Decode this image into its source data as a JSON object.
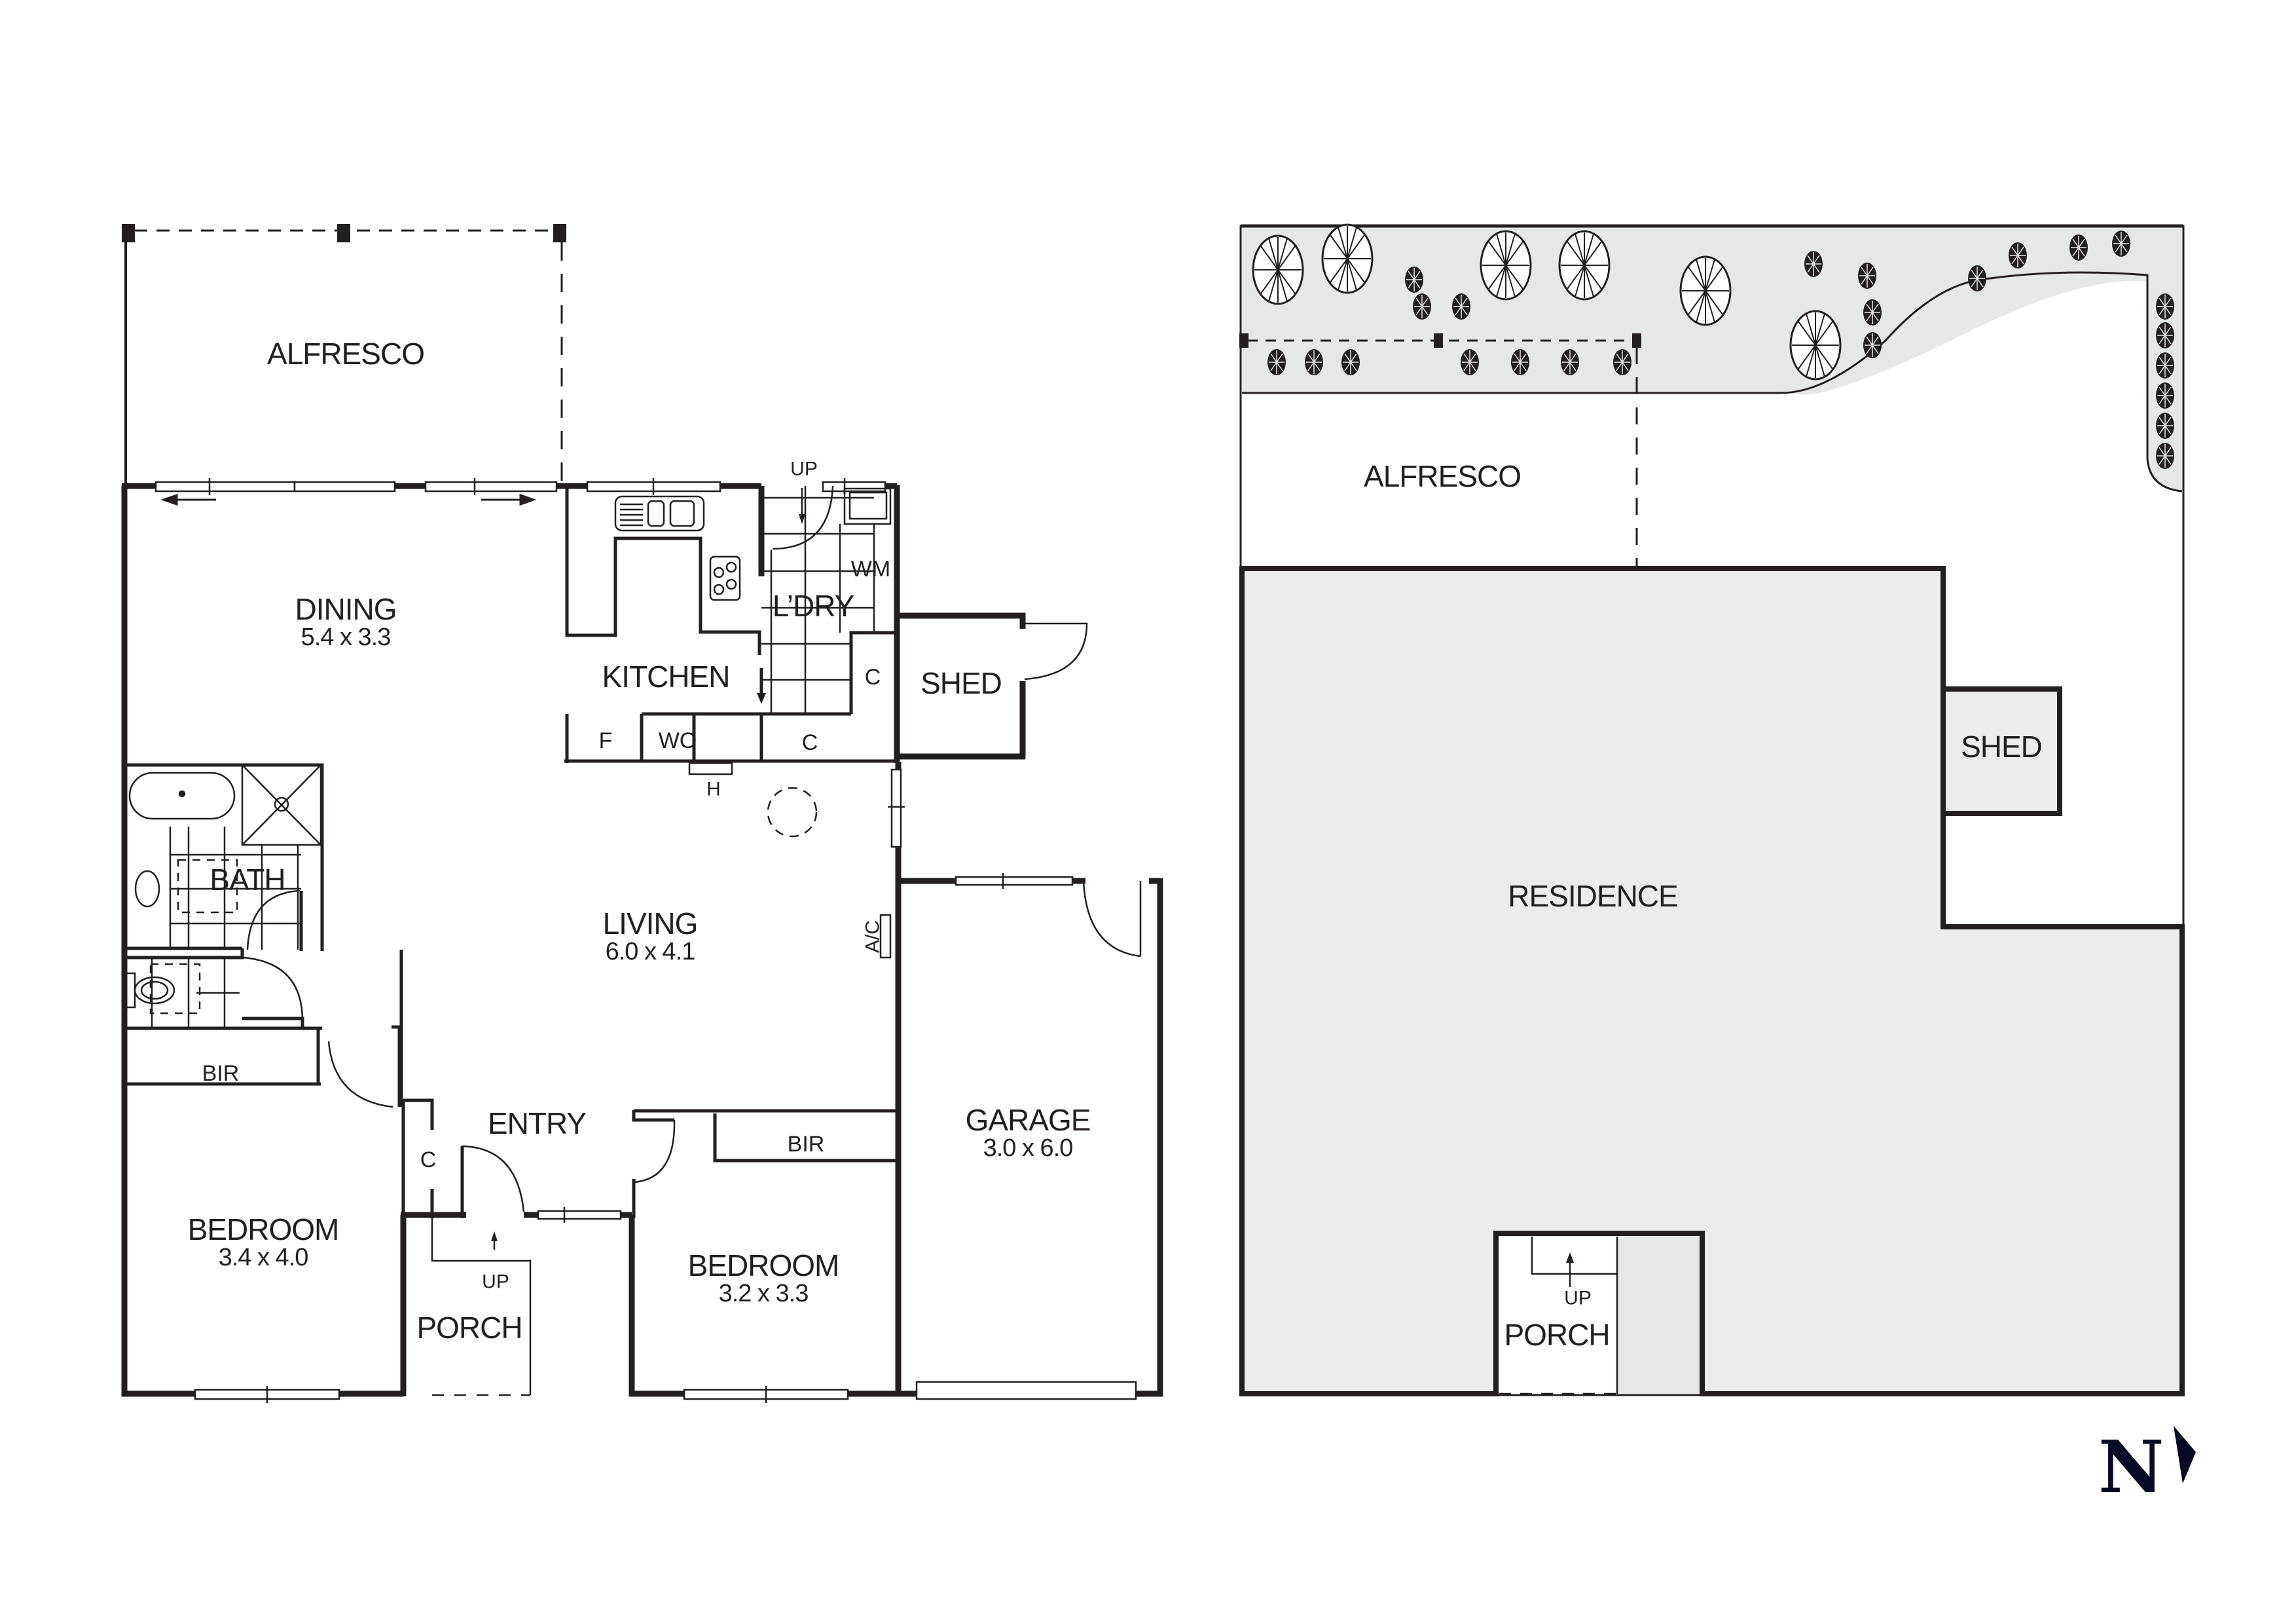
{
  "floor_plan": {
    "rooms": {
      "alfresco": {
        "name": "ALFRESCO"
      },
      "dining": {
        "name": "DINING",
        "size": "5.4 x 3.3"
      },
      "kitchen": {
        "name": "KITCHEN"
      },
      "laundry": {
        "name": "L’DRY"
      },
      "shed": {
        "name": "SHED"
      },
      "bath": {
        "name": "BATH"
      },
      "living": {
        "name": "LIVING",
        "size": "6.0 x 4.1"
      },
      "entry": {
        "name": "ENTRY"
      },
      "bedroom1": {
        "name": "BEDROOM",
        "size": "3.4 x 4.0"
      },
      "bedroom2": {
        "name": "BEDROOM",
        "size": "3.2 x 3.3"
      },
      "garage": {
        "name": "GARAGE",
        "size": "3.0 x 6.0"
      },
      "porch": {
        "name": "PORCH"
      }
    },
    "fixtures": {
      "bir1": "BIR",
      "bir2": "BIR",
      "cupboard_entry": "C",
      "cupboard_laundry": "C",
      "cupboard_kitchen": "C",
      "fridge": "F",
      "wall_oven": "WO",
      "heater": "H",
      "washing_machine": "WM",
      "air_conditioner": "A/C",
      "stairs_up_laundry": "UP",
      "stairs_up_porch": "UP"
    }
  },
  "site_plan": {
    "alfresco": "ALFRESCO",
    "residence": "RESIDENCE",
    "shed": "SHED",
    "porch": "PORCH",
    "stairs_up": "UP",
    "colors": {
      "garden": "#e6e7e8",
      "residence": "#ececec",
      "wall": "#231f20"
    }
  },
  "compass": {
    "label": "N",
    "color": "#050a25"
  }
}
